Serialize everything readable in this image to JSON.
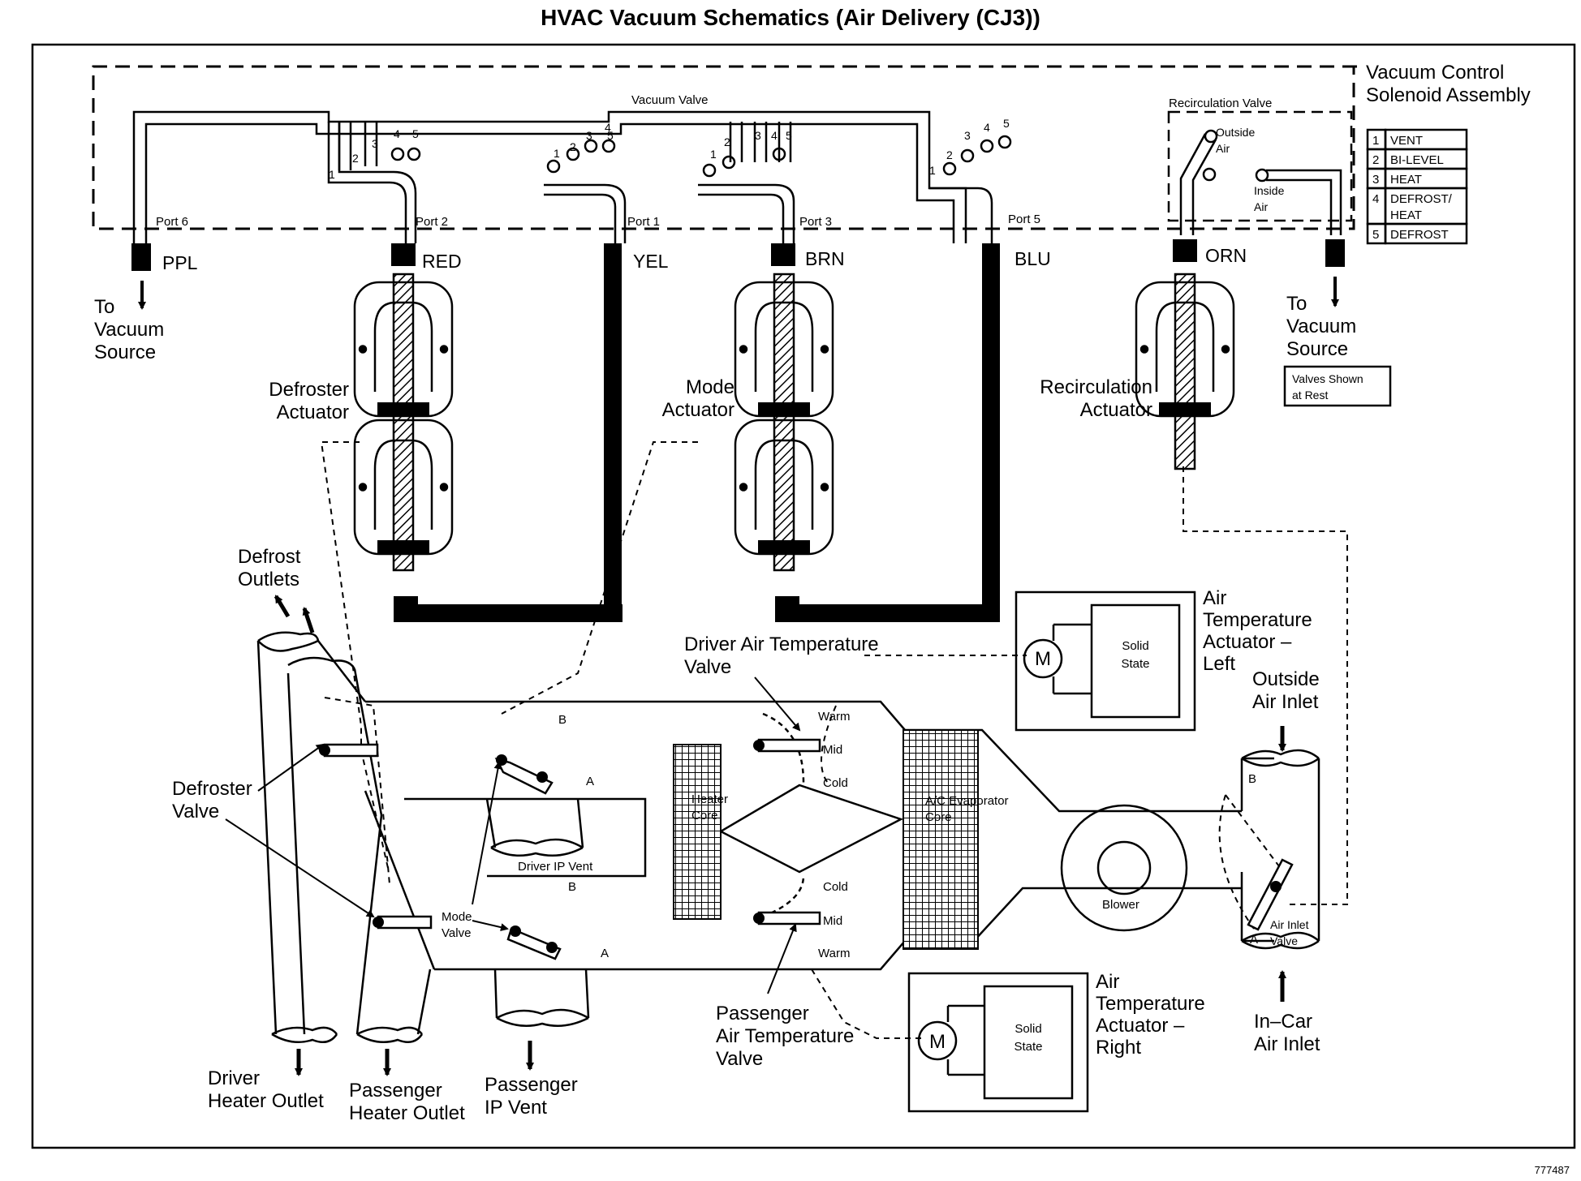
{
  "title": "HVAC Vacuum Schematics (Air Delivery (CJ3))",
  "figure_id": "777487",
  "solenoid_assembly": [
    "Vacuum Control",
    "Solenoid Assembly"
  ],
  "vacuum_valve": "Vacuum Valve",
  "recirculation_valve": "Recirculation Valve",
  "recirc_positions": {
    "outside": [
      "Outside",
      "Air"
    ],
    "inside": [
      "Inside",
      "Air"
    ]
  },
  "ports": {
    "p6": "Port 6",
    "p2": "Port 2",
    "p1": "Port 1",
    "p3": "Port 3",
    "p5": "Port 5"
  },
  "hose_colors": {
    "ppl": "PPL",
    "red": "RED",
    "yel": "YEL",
    "brn": "BRN",
    "blu": "BLU",
    "orn": "ORN"
  },
  "mode_numbers": [
    "1",
    "2",
    "3",
    "4",
    "5"
  ],
  "mode_table": [
    {
      "num": "1",
      "lines": [
        "VENT"
      ]
    },
    {
      "num": "2",
      "lines": [
        "BI-LEVEL"
      ]
    },
    {
      "num": "3",
      "lines": [
        "HEAT"
      ]
    },
    {
      "num": "4",
      "lines": [
        "DEFROST/",
        "HEAT"
      ]
    },
    {
      "num": "5",
      "lines": [
        "DEFROST"
      ]
    }
  ],
  "vacuum_source_left": [
    "To",
    "Vacuum",
    "Source"
  ],
  "vacuum_source_right": [
    "To",
    "Vacuum",
    "Source"
  ],
  "valves_note": [
    "Valves Shown",
    "at Rest"
  ],
  "defroster_actuator": [
    "Defroster",
    "Actuator"
  ],
  "mode_actuator": [
    "Mode",
    "Actuator"
  ],
  "recirculation_actuator": [
    "Recirculation",
    "Actuator"
  ],
  "defrost_outlets": [
    "Defrost",
    "Outlets"
  ],
  "defroster_valve": [
    "Defroster",
    "Valve"
  ],
  "mode_valve": [
    "Mode",
    "Valve"
  ],
  "driver_ip_vent": "Driver IP Vent",
  "driver_air_temp_valve": [
    "Driver Air Temperature",
    "Valve"
  ],
  "passenger_air_temp_valve": [
    "Passenger",
    "Air Temperature",
    "Valve"
  ],
  "temp_positions": {
    "warm": "Warm",
    "mid": "Mid",
    "cold": "Cold"
  },
  "heater_core": [
    "Heater",
    "Core"
  ],
  "evaporator_core": [
    "A/C Evaporator",
    "Core"
  ],
  "blower": "Blower",
  "air_inlet_valve": [
    "Air Inlet",
    "Valve"
  ],
  "ab": {
    "a": "A",
    "b": "B"
  },
  "motor_symbol": "M",
  "solid_state": [
    "Solid",
    "State"
  ],
  "air_temp_actuator_left": [
    "Air",
    "Temperature",
    "Actuator –",
    "Left"
  ],
  "air_temp_actuator_right": [
    "Air",
    "Temperature",
    "Actuator –",
    "Right"
  ],
  "outside_air_inlet": [
    "Outside",
    "Air Inlet"
  ],
  "in_car_air_inlet": [
    "In–Car",
    "Air Inlet"
  ],
  "outlets": {
    "driver_heater": [
      "Driver",
      "Heater Outlet"
    ],
    "passenger_heater": [
      "Passenger",
      "Heater Outlet"
    ],
    "passenger_ip": [
      "Passenger",
      "IP Vent"
    ]
  }
}
